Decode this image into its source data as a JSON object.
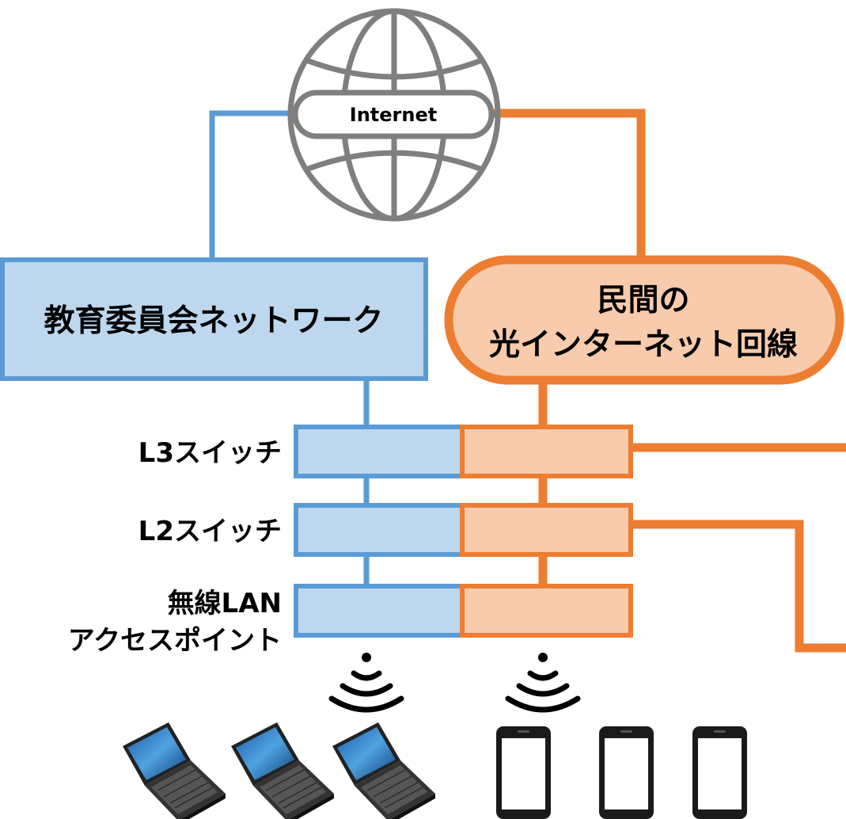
{
  "globe": {
    "label": "Internet"
  },
  "networks": {
    "board": {
      "label": "教育委員会ネットワーク",
      "line_color": "#5b9bd5",
      "fill_color": "#bdd7ee"
    },
    "private": {
      "line1": "民間の",
      "line2": "光インターネット回線",
      "line_color": "#ed7d31",
      "fill_color": "#f8cbad"
    }
  },
  "devices": {
    "l3": {
      "label": "L3スイッチ"
    },
    "l2": {
      "label": "L2スイッチ"
    },
    "ap": {
      "line1": "無線LAN",
      "line2": "アクセスポイント"
    }
  },
  "icons": {
    "globe": "globe-icon",
    "wifi": "wifi-signal-icon",
    "laptop": "laptop-icon",
    "smartphone": "smartphone-icon"
  }
}
